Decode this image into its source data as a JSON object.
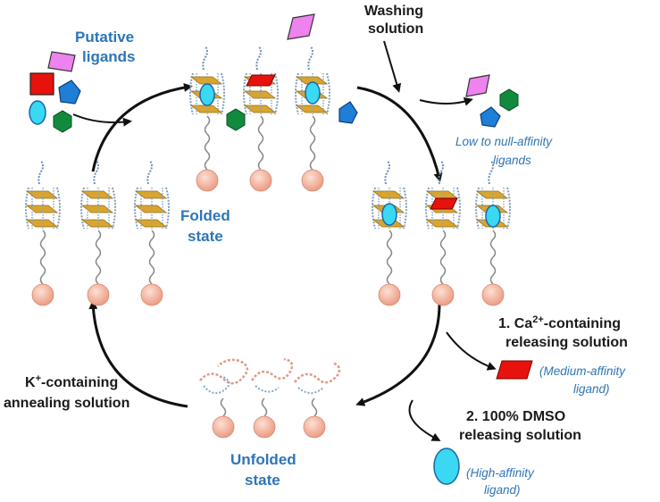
{
  "labels": {
    "putative_ligands_1": "Putative",
    "putative_ligands_2": "ligands",
    "washing_1": "Washing",
    "washing_2": "solution",
    "low_affinity_1": "Low to null-affinity",
    "low_affinity_2": "ligands",
    "folded_1": "Folded",
    "folded_2": "state",
    "ca_1_prefix": "1. Ca",
    "ca_1_sup": "2+",
    "ca_1_suffix": "-containing",
    "ca_2": "releasing solution",
    "medium_1": "(Medium-affinity",
    "medium_2": "ligand)",
    "dmso_1": "2. 100% DMSO",
    "dmso_2": "releasing solution",
    "high_1": "(High-affinity",
    "high_2": "ligand)",
    "k_1_prefix": "K",
    "k_1_sup": "+",
    "k_1_suffix": "-containing",
    "k_2": "annealing solution",
    "unfolded_1": "Unfolded",
    "unfolded_2": "state"
  },
  "colors": {
    "text_blue": "#2e75b6",
    "ligand_pink": "#ee82ee",
    "ligand_red": "#e8120c",
    "ligand_blue": "#1f7fd6",
    "ligand_cyan": "#3ad8f2",
    "ligand_green": "#128a3d",
    "bead": "#f4b4a0",
    "gquad_gold": "#d9a52e"
  }
}
